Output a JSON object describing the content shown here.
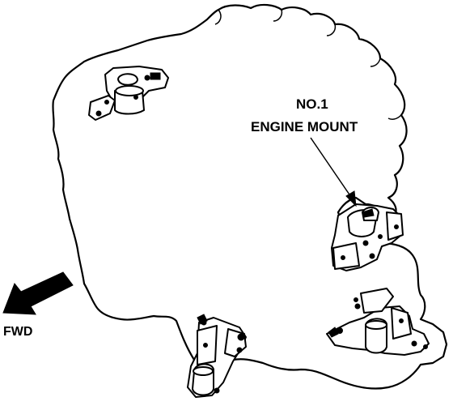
{
  "figure": {
    "callout": {
      "line1": "NO.1",
      "line2": "ENGINE MOUNT"
    },
    "direction_label": "FWD",
    "colors": {
      "ink": "#000000",
      "paper": "#ffffff"
    }
  }
}
